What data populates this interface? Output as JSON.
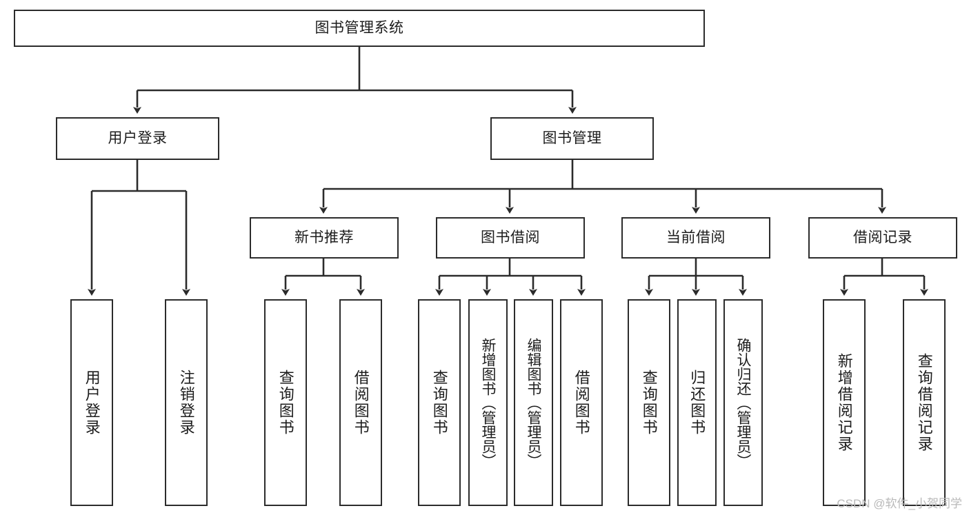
{
  "diagram": {
    "title": "图书管理系统",
    "type": "tree-hierarchy",
    "stroke_color": "#2b2b2b",
    "fill_color": "#ffffff",
    "text_color": "#1c1c1c"
  },
  "root": {
    "label": "图书管理系统"
  },
  "level2": [
    {
      "label": "用户登录"
    },
    {
      "label": "图书管理"
    }
  ],
  "level3": [
    {
      "label": "新书推荐"
    },
    {
      "label": "图书借阅"
    },
    {
      "label": "当前借阅"
    },
    {
      "label": "借阅记录"
    }
  ],
  "leaves": {
    "user_login": [
      {
        "label": "用户登录"
      },
      {
        "label": "注销登录"
      }
    ],
    "new_book_recommend": [
      {
        "label": "查询图书"
      },
      {
        "label": "借阅图书"
      }
    ],
    "book_borrow": [
      {
        "label": "查询图书"
      },
      {
        "label": "新增图书（管理员）"
      },
      {
        "label": "编辑图书（管理员）"
      },
      {
        "label": "借阅图书"
      }
    ],
    "current_borrow": [
      {
        "label": "查询图书"
      },
      {
        "label": "归还图书"
      },
      {
        "label": "确认归还（管理员）"
      }
    ],
    "borrow_record": [
      {
        "label": "新增借阅记录"
      },
      {
        "label": "查询借阅记录"
      }
    ]
  },
  "watermark": {
    "text": "CSDN @软件_小贺同学"
  }
}
